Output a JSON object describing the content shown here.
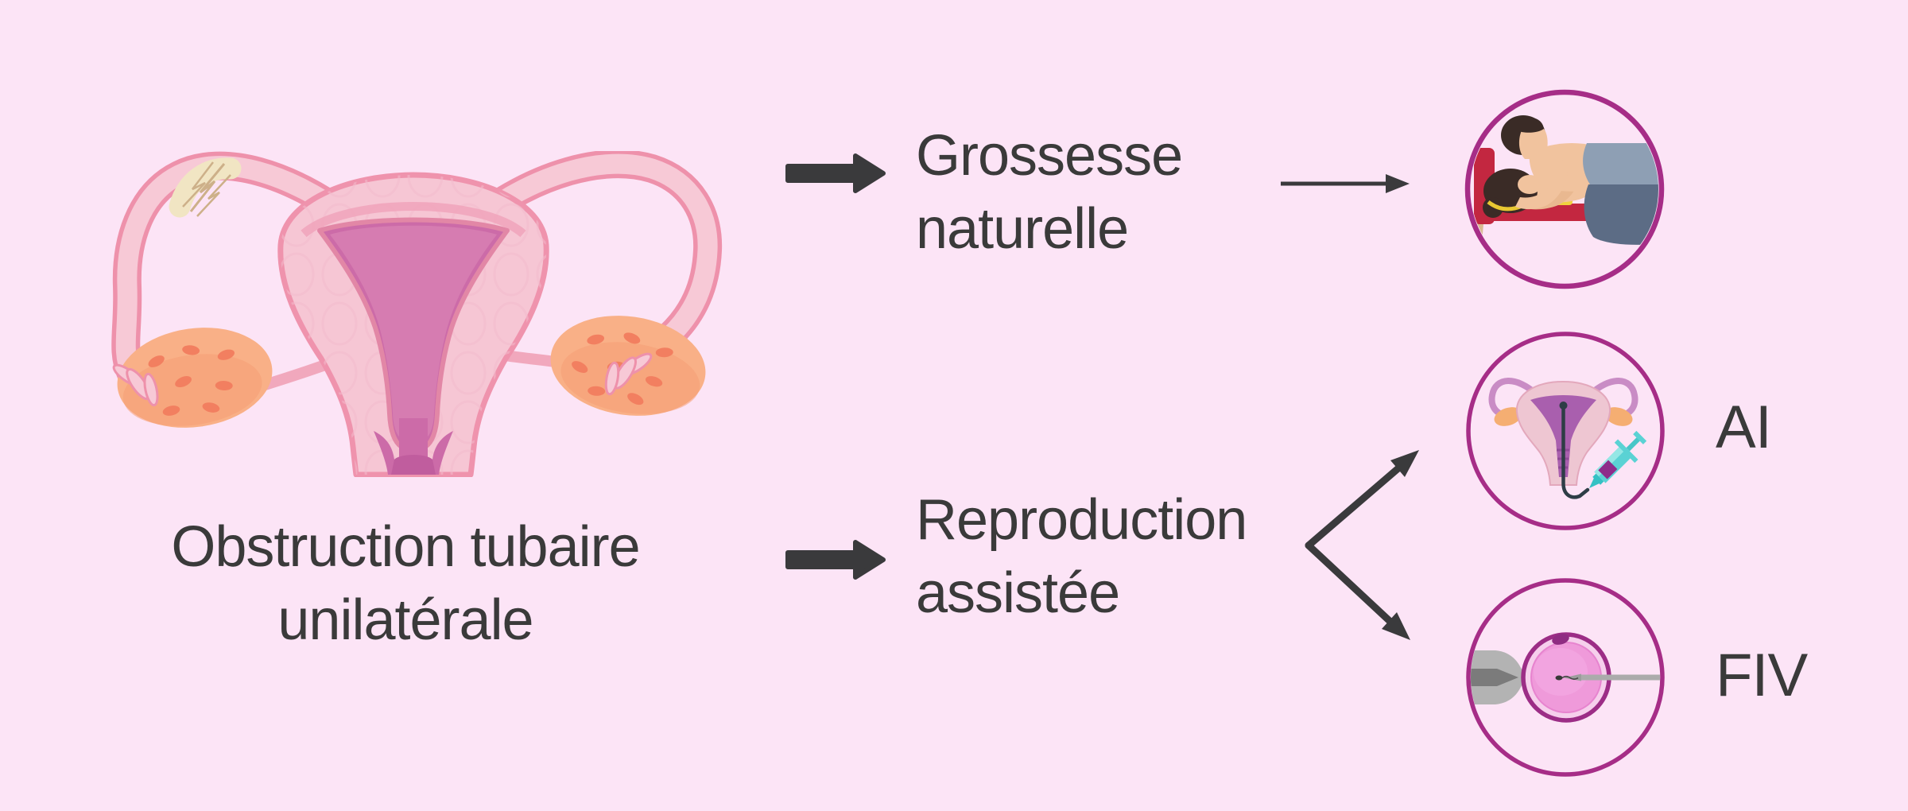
{
  "palette": {
    "background": "#fce4f6",
    "ink": "#3a3a3a",
    "arrow": "#3a3a3c",
    "circle_border": "#a62d87"
  },
  "condition": {
    "line1": "Obstruction tubaire",
    "line2": "unilatérale"
  },
  "natural": {
    "line1": "Grossesse",
    "line2": "naturelle"
  },
  "assisted": {
    "line1": "Reproduction",
    "line2": "assistée"
  },
  "methods": {
    "ai": "AI",
    "fiv": "FIV"
  },
  "icons": {
    "main_illustration": "uterus-with-unilateral-tubal-obstruction",
    "natural_icon": "couple-in-bed-icon",
    "ai_icon": "intrauterine-insemination-icon",
    "fiv_icon": "ivf-icsi-egg-injection-icon"
  }
}
